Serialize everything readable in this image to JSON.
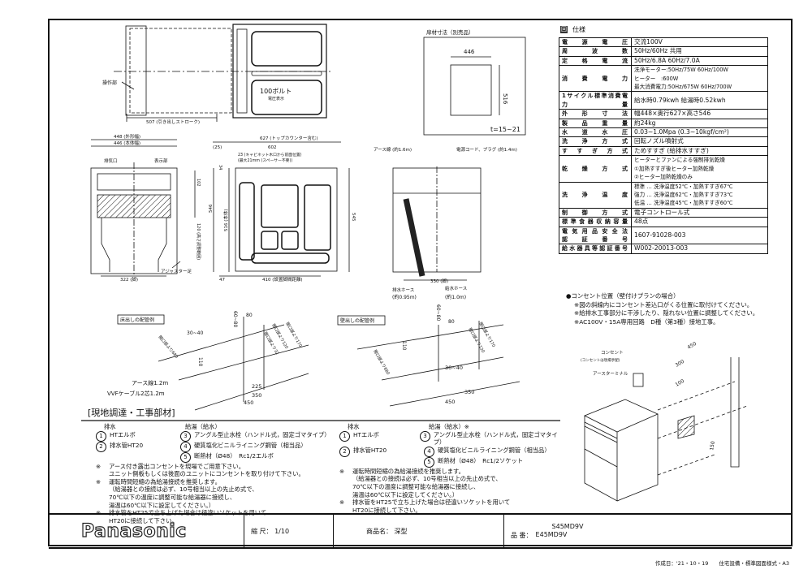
{
  "plan_view": {
    "control_panel_label": "操作部",
    "voltage_text": "100ボルト",
    "voltage_label": "電圧表示",
    "stroke_dim": "507 (引き出しストローク)"
  },
  "panel_dims": {
    "title": "扉材寸法（別売品）",
    "width": "446",
    "height": "516",
    "thickness": "t=15~21"
  },
  "front_view": {
    "dim_outer": "448 (外形幅)",
    "dim_body": "446 (本体幅)",
    "exhaust_label": "排気口",
    "display_label": "表示部",
    "dim_102": "102",
    "dim_120": "120 (高さ調整範囲)",
    "dim_546": "546",
    "dim_516": "516 (本体)",
    "foot_label": "アジャスター足",
    "dim_322": "322 (脚)"
  },
  "side_view": {
    "dim_627": "627 (トップカウンター含む)",
    "dim_25": "(25)",
    "dim_602": "602",
    "note_23a": "23 (キャビネット木口から前面位置)",
    "note_23b": "(最大21mm (スペーサー不要))",
    "dim_34": "34",
    "dim_545": "545",
    "dim_47": "47",
    "dim_410": "410 (設置脚間距離)"
  },
  "back_view": {
    "earth_wire": "アース線 (約1.6m)",
    "power_cord": "電源コード、プラグ (約1.4m)",
    "drain_hose": "排水ホース",
    "drain_len": "(約0.95m)",
    "supply_hose": "給水ホース",
    "supply_len": "(約1.0m)",
    "dim_330": "330 (脚)"
  },
  "floor_piping": {
    "title": "床出しの配管例",
    "dims": [
      "30~40",
      "60~80",
      "80",
      "110",
      "225",
      "350",
      "450",
      "開口部より680",
      "開口部より120",
      "開口部より32",
      "開口部より170"
    ],
    "earth": "アース線1.2m",
    "vvf": "VVFケーブル2芯1.2m"
  },
  "wall_piping": {
    "title": "壁出しの配管例",
    "dims": [
      "60~80",
      "80",
      "110",
      "30~40",
      "350",
      "450",
      "開口部より680",
      "開口部より120",
      "開口部より170"
    ]
  },
  "materials": {
    "title": "[現地調達・工事部材]",
    "left": {
      "drain_head": "排水",
      "supply_head": "給湯（給水）",
      "items": [
        {
          "n": "1",
          "text": "HTエルボ"
        },
        {
          "n": "2",
          "text": "排水管HT20"
        },
        {
          "n": "3",
          "text": "アングル型止水栓（ハンドル式，固定ゴマタイプ）"
        },
        {
          "n": "4",
          "text": "硬質塩化ビニルライニング鋼管（相当品）"
        },
        {
          "n": "5",
          "text": "断熱材（Ø48）　Rc1/2エルボ"
        }
      ],
      "notes": [
        "アース付き露出コンセントを現場でご用意下さい。\nユニット側板もしくは後面のユニットにコンセントを取り付けて下さい。",
        "運転時間短縮の為給湯接続を推奨します。\n（給湯器との接続は必ず、10号相当以上の先止め式で、\n70℃以下の温度に調整可能な給湯器に接続し、\n湯温は60℃以下に設定してください。）",
        "排水管をHT25で立ち上げた場合は径違いソケットを用いて\nHT20に接続して下さい。"
      ]
    },
    "right": {
      "drain_head": "排水",
      "supply_head": "給湯（給水）※",
      "items": [
        {
          "n": "1",
          "text": "HTエルボ"
        },
        {
          "n": "2",
          "text": "排水管HT20"
        },
        {
          "n": "3",
          "text": "アングル型止水栓（ハンドル式，固定ゴマタイプ）"
        },
        {
          "n": "4",
          "text": "硬質塩化ビニルライニング鋼管（相当品）"
        },
        {
          "n": "5",
          "text": "断熱材（Ø48）　Rc1/2ソケット"
        }
      ],
      "notes": [
        "運転時間短縮の為給湯接続を推奨します。\n（給湯器との接続は必ず、10号相当以上の先止め式で、\n70℃以下の温度に調整可能な給湯器に接続し、\n湯温は60℃以下に設定してください。）",
        "排水管をHT25で立ち上げた場合は径違いソケットを用いて\nHT20に接続して下さい。"
      ]
    }
  },
  "spec": {
    "icon": "回",
    "title": "仕様",
    "rows": [
      {
        "k": "電源電圧",
        "v": [
          "交流100V"
        ]
      },
      {
        "k": "周波数",
        "v": [
          "50Hz/60Hz 共用"
        ]
      },
      {
        "k": "定格電流",
        "v": [
          "50Hz/6.8A 60Hz/7.0A"
        ]
      },
      {
        "k": "消費電力",
        "v": [
          "洗浄モーター:50Hz/75W 60Hz/100W",
          "ヒーター　:600W",
          "最大消費電力:50Hz/675W 60Hz/700W"
        ]
      },
      {
        "k": "1サイクル標準消費電力量",
        "v": [
          "給水時0.79kwh 給湯時0.52kwh"
        ]
      },
      {
        "k": "外形寸法",
        "v": [
          "幅448×奥行627×高さ546"
        ]
      },
      {
        "k": "製品重量",
        "v": [
          "約24kg"
        ]
      },
      {
        "k": "水道水圧",
        "v": [
          "0.03~1.0Mpa (0.3~10kgf/cm²)"
        ]
      },
      {
        "k": "洗浄方式",
        "v": [
          "回転ノズル噴射式"
        ]
      },
      {
        "k": "すすぎ方式",
        "v": [
          "ためすすぎ (給排水すすぎ)"
        ]
      },
      {
        "k": "乾燥方式",
        "v": [
          "ヒーターとファンによる強制排気乾燥",
          "①加熱すすぎ後ヒーター加熱乾燥",
          "②ヒーター加熱乾燥のみ"
        ]
      },
      {
        "k": "洗浄温度",
        "v": [
          "標準 … 洗浄温度52℃・加熱すすぎ67℃",
          "強力 … 洗浄温度62℃・加熱すすぎ73℃",
          "低温 … 洗浄温度45℃・加熱すすぎ60℃"
        ]
      },
      {
        "k": "制御方式",
        "v": [
          "電子コントロール式"
        ]
      },
      {
        "k": "標準食器収納容量",
        "v": [
          "48点"
        ]
      },
      {
        "k": "電気用品安全法\n認証番号",
        "v": [
          "1607-91028-003"
        ]
      },
      {
        "k": "給水器具等認証番号",
        "v": [
          "W002-20013-003"
        ]
      }
    ]
  },
  "consent": {
    "title": "●コンセント位置（壁付けプランの場合）",
    "lines": [
      "※図の斜線内にコンセント差込口がくる位置に取付けてください。",
      "※給排水工事部分に干渉したり、隠れない位置に調整してください。",
      "※AC100V・15A専用回路　D種（第3種）接地工事。"
    ],
    "outlet_label": "コンセント",
    "outlet_note": "(コンセントは現場手配)",
    "earth_terminal": "アースターミナル",
    "dims": [
      "450",
      "300",
      "100",
      "150"
    ]
  },
  "title_block": {
    "logo": "Panasonic",
    "scale": "縮 尺： 1/10",
    "product_name": "商品名： 深型",
    "model_label": "品 番：",
    "models": [
      "S45MD9V",
      "E45MD9V"
    ]
  },
  "footer": "作成日：'21・10・19　　住宅設備・標準図面様式・A3"
}
